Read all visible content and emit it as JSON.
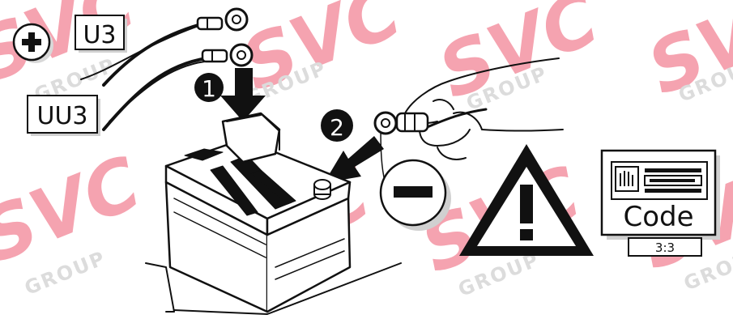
{
  "labels": {
    "u3": "U3",
    "uu3": "UU3",
    "step1": "1",
    "step2": "2",
    "code": "Code",
    "code_sub": "3:3"
  },
  "watermark": {
    "brand": "SVC",
    "group": "GROUP",
    "color": "#f5a3b0"
  },
  "icons": [
    "plus-icon",
    "minus-icon",
    "warning-icon",
    "radio-code-icon"
  ]
}
